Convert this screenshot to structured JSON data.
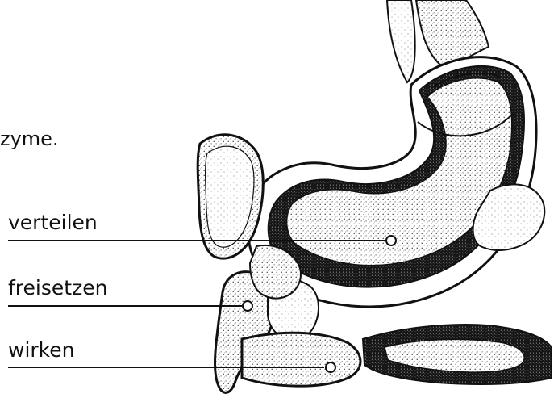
{
  "labels": {
    "fragment": "zyme.",
    "verteilen": "verteilen",
    "freisetzen": "freisetzen",
    "wirken": "wirken"
  }
}
